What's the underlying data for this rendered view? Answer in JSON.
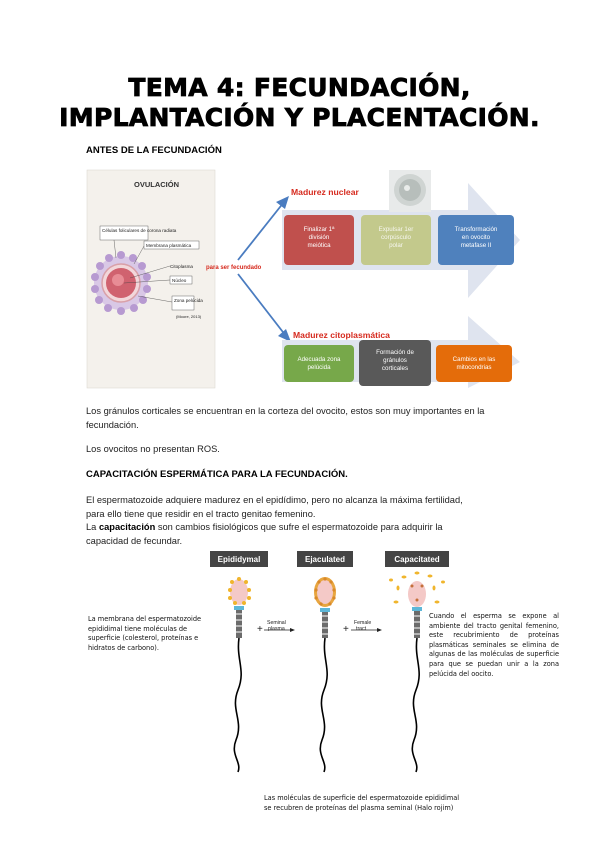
{
  "title": {
    "line1": "TEMA 4: FECUNDACIÓN,",
    "line2": "IMPLANTACIÓN Y PLACENTACIÓN."
  },
  "section1": {
    "heading": "ANTES DE LA FECUNDACIÓN",
    "para1": "Los gránulos corticales se encuentran en la corteza del ovocito, estos son muy importantes en la fecundación.",
    "para2": "Los ovocitos no presentan ROS."
  },
  "figure1": {
    "ovulation_title": "OVULACIÓN",
    "cell_labels": [
      "Células foliculares de corona radiata",
      "Membrana plasmática",
      "Citoplasma",
      "Núcleo",
      "Zona pelúcida"
    ],
    "citation": "(Moore, 2013)",
    "condition": "para ser fecundado",
    "nuclear_title": "Madurez nuclear",
    "nuclear_steps": [
      "Finalizar 1ª división meiótica",
      "Expulsar 1er corpúsculo polar",
      "Transformación en ovocito metafase II"
    ],
    "cyto_title": "Madurez citoplasmática",
    "cyto_steps": [
      "Adecuada zona pelúcida",
      "Formación de gránulos corticales",
      "Cambios en las mitocondrias"
    ],
    "colors": {
      "nuclear1": "#c0504d",
      "nuclear2": "#c3c98c",
      "nuclear3": "#4f81bd",
      "cyto1": "#77a84a",
      "cyto2": "#595959",
      "cyto3": "#e46c0a",
      "heading_red": "#d62a1e",
      "arrow_blue": "#4a7cc0"
    }
  },
  "section2": {
    "heading": "CAPACITACIÓN ESPERMÁTICA PARA LA FECUNDACIÓN.",
    "para1_line1": "El espermatozoide adquiere madurez en el epidídimo, pero no alcanza la máxima fertilidad,",
    "para1_line2": "para ello tiene que residir en el tracto genitao femenino.",
    "para2_bold": "capacitación",
    "para2_pre": "La ",
    "para2_post": " son cambios fisiológicos que sufre el espermatozoide para adquirir la",
    "para2_line2": "capacidad de fecundar."
  },
  "figure2": {
    "stages": [
      "Epididymal",
      "Ejaculated",
      "Capacitated"
    ],
    "plus1": "+",
    "plus2": "+",
    "op1": "Seminal plasma",
    "op2": "Female tract",
    "note_left": "La membrana del espermatozoide epididimal tiene moléculas de superficie (colesterol, proteínas e hidratos de carbono).",
    "note_right": "Cuando el esperma se expone al ambiente del tracto genital femenino, este recubrimiento de proteínas plasmáticas seminales se elimina de algunas de las moléculas de superficie para que se puedan unir a la zona pelúcida del oocito.",
    "note_bottom": "Las moléculas de superficie del espermatozoide epididimal se recubren de proteínas del plasma seminal (Halo rojim)"
  }
}
